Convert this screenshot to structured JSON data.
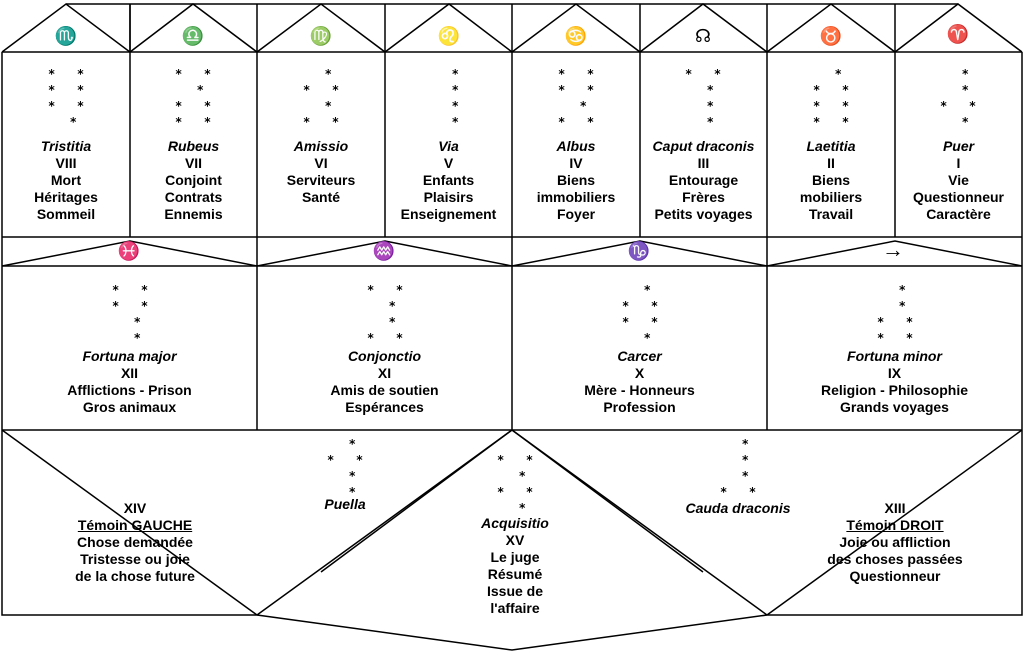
{
  "top_signs": [
    "♏",
    "♎",
    "♍",
    "♌",
    "♋",
    "☊",
    "♉",
    "♈"
  ],
  "mid_signs": [
    "♓",
    "♒",
    "♑",
    "→"
  ],
  "houses_top": [
    {
      "dots": "*   *\n*   *\n*   *\n  *",
      "name": "Tristitia",
      "num": "VIII",
      "l1": "Mort",
      "l2": "Héritages",
      "l3": "Sommeil"
    },
    {
      "dots": "*   *\n  *\n*   *\n*   *",
      "name": "Rubeus",
      "num": "VII",
      "l1": "Conjoint",
      "l2": "Contrats",
      "l3": "Ennemis"
    },
    {
      "dots": "  *\n*   *\n  *\n*   *",
      "name": "Amissio",
      "num": "VI",
      "l1": "Serviteurs",
      "l2": "Santé",
      "l3": ""
    },
    {
      "dots": "  *\n  *\n  *\n  *",
      "name": "Via",
      "num": "V",
      "l1": "Enfants",
      "l2": "Plaisirs",
      "l3": "Enseignement"
    },
    {
      "dots": "*   *\n*   *\n  *\n*   *",
      "name": "Albus",
      "num": "IV",
      "l1": "Biens",
      "l2": "immobiliers",
      "l3": "Foyer"
    },
    {
      "dots": "*   *\n  *\n  *\n  *",
      "name": "Caput draconis",
      "num": "III",
      "l1": "Entourage",
      "l2": "Frères",
      "l3": "Petits voyages"
    },
    {
      "dots": "  *\n*   *\n*   *\n*   *",
      "name": "Laetitia",
      "num": "II",
      "l1": "Biens",
      "l2": "mobiliers",
      "l3": "Travail"
    },
    {
      "dots": "  *\n  *\n*   *\n  *",
      "name": "Puer",
      "num": "I",
      "l1": "Vie",
      "l2": "Questionneur",
      "l3": "Caractère"
    }
  ],
  "houses_mid": [
    {
      "dots": "*   *\n*   *\n  *\n  *",
      "name": "Fortuna major",
      "num": "XII",
      "l1": "Afflictions - Prison",
      "l2": "Gros animaux"
    },
    {
      "dots": "*   *\n  *\n  *\n*   *",
      "name": "Conjonctio",
      "num": "XI",
      "l1": "Amis de soutien",
      "l2": "Espérances"
    },
    {
      "dots": "  *\n*   *\n*   *\n  *",
      "name": "Carcer",
      "num": "X",
      "l1": "Mère - Honneurs",
      "l2": "Profession"
    },
    {
      "dots": "  *\n  *\n*   *\n*   *",
      "name": "Fortuna minor",
      "num": "IX",
      "l1": "Religion - Philosophie",
      "l2": "Grands voyages"
    }
  ],
  "puella": {
    "dots": "  *\n*   *\n  *\n  *",
    "name": "Puella"
  },
  "cauda": {
    "dots": "  *\n  *\n  *\n*   *",
    "name": "Cauda draconis"
  },
  "acquisitio": {
    "dots": "*   *\n  *\n*   *\n  *",
    "name": "Acquisitio",
    "num": "XV",
    "l1": "Le juge",
    "l2": "Résumé",
    "l3": "Issue de",
    "l4": "l'affaire"
  },
  "left_witness": {
    "num": "XIV",
    "title": "Témoin GAUCHE",
    "l1": "Chose demandée",
    "l2": "Tristesse ou joie",
    "l3": "de la chose future"
  },
  "right_witness": {
    "num": "XIII",
    "title": "Témoin DROIT",
    "l1": "Joie ou affliction",
    "l2": "des choses passées",
    "l3": "Questionneur"
  }
}
